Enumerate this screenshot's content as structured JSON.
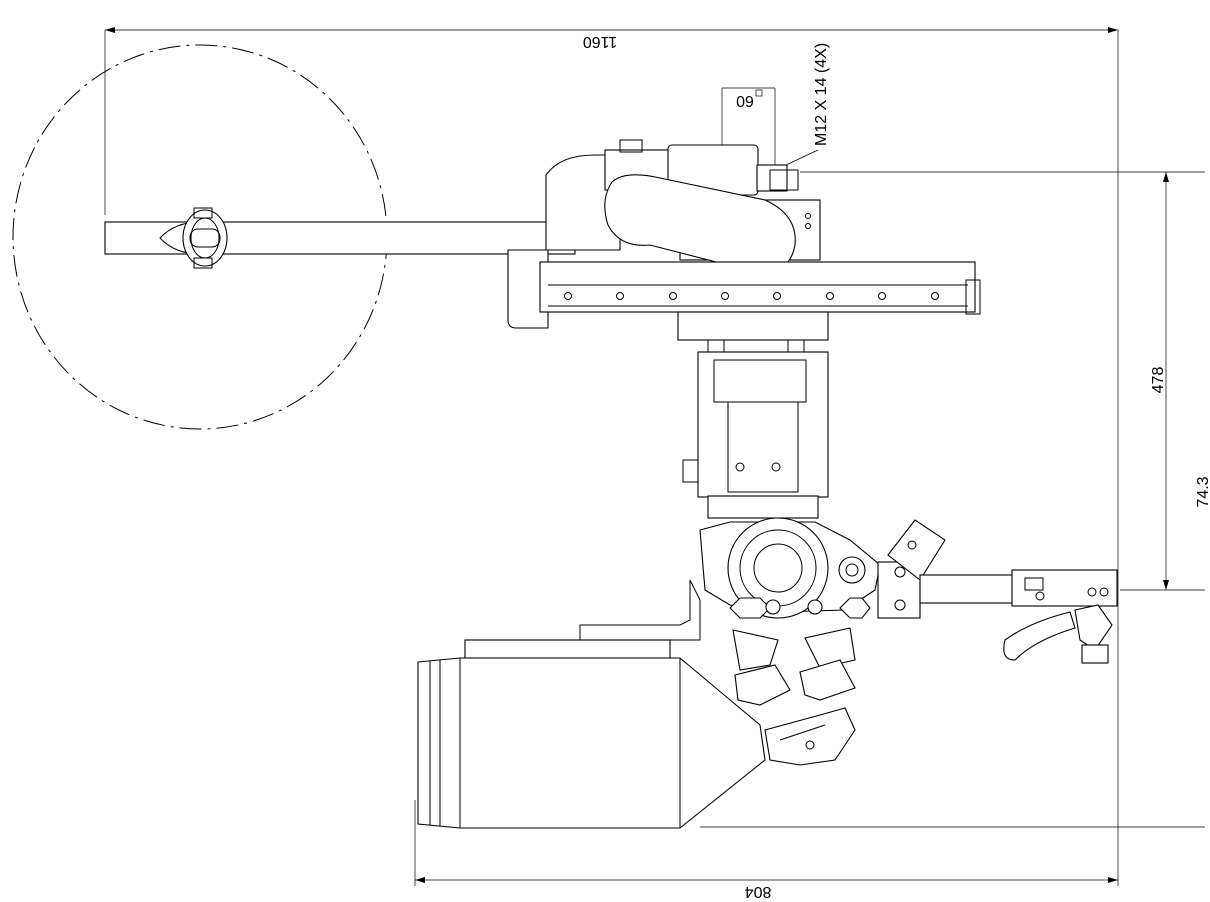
{
  "dimensions": {
    "overall_width": "1160",
    "base_width": "804",
    "height_478": "478",
    "height_743": "74.3",
    "square_60": "60",
    "thread_note": "M12 X 14 (4X)"
  }
}
